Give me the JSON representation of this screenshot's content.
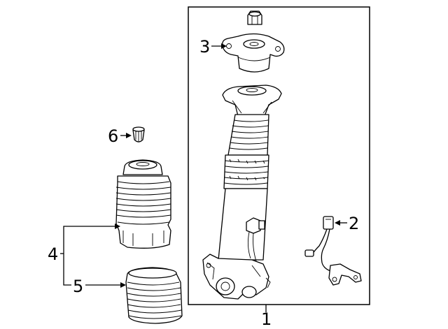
{
  "callouts": {
    "c1": "1",
    "c2": "2",
    "c3": "3",
    "c4": "4",
    "c5": "5",
    "c6": "6"
  },
  "icons": [
    "nut",
    "strut-mount",
    "air-strut",
    "wire-harness",
    "air-spring",
    "dust-boot",
    "bump-stop"
  ],
  "colors": {
    "line": "#000000",
    "background": "#ffffff"
  }
}
